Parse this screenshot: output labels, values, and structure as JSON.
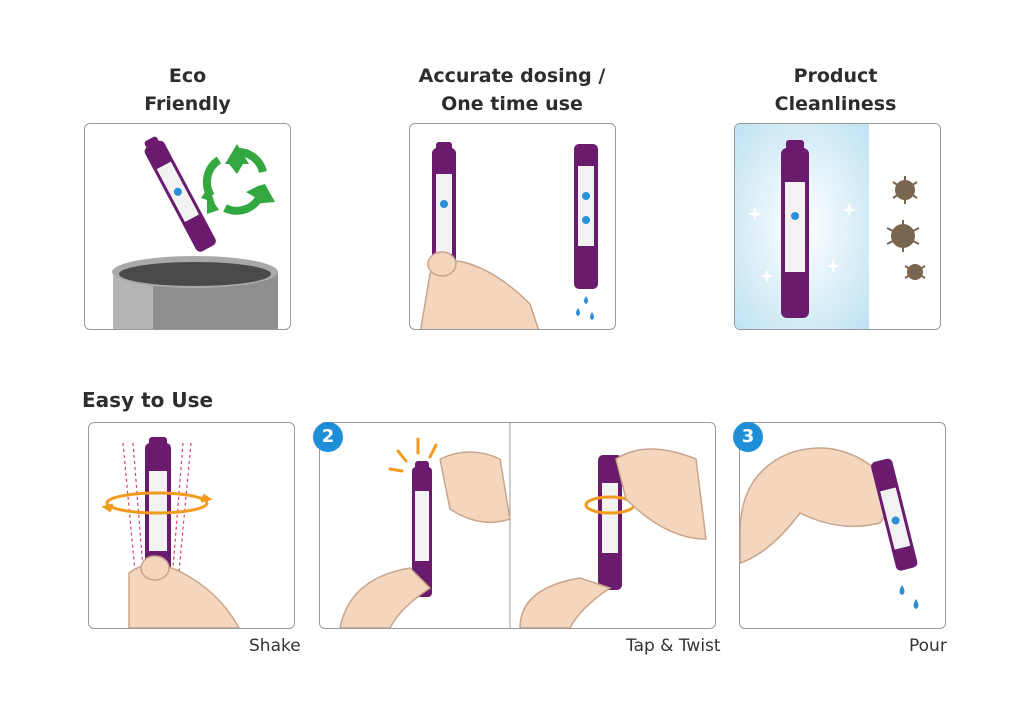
{
  "features": [
    {
      "title": "Eco\nFriendly"
    },
    {
      "title": "Accurate dosing /\nOne time use"
    },
    {
      "title": "Product\nCleanliness"
    }
  ],
  "usage": {
    "heading": "Easy to Use",
    "steps": [
      {
        "label": "Shake",
        "number": ""
      },
      {
        "label": "Tap & Twist",
        "number": "2"
      },
      {
        "label": "Pour",
        "number": "3"
      }
    ]
  },
  "colors": {
    "vial": "#6a1b6e",
    "recycle": "#34a840",
    "drop": "#2b8fd6",
    "accent": "#f29a1b",
    "germ": "#7a6650"
  }
}
